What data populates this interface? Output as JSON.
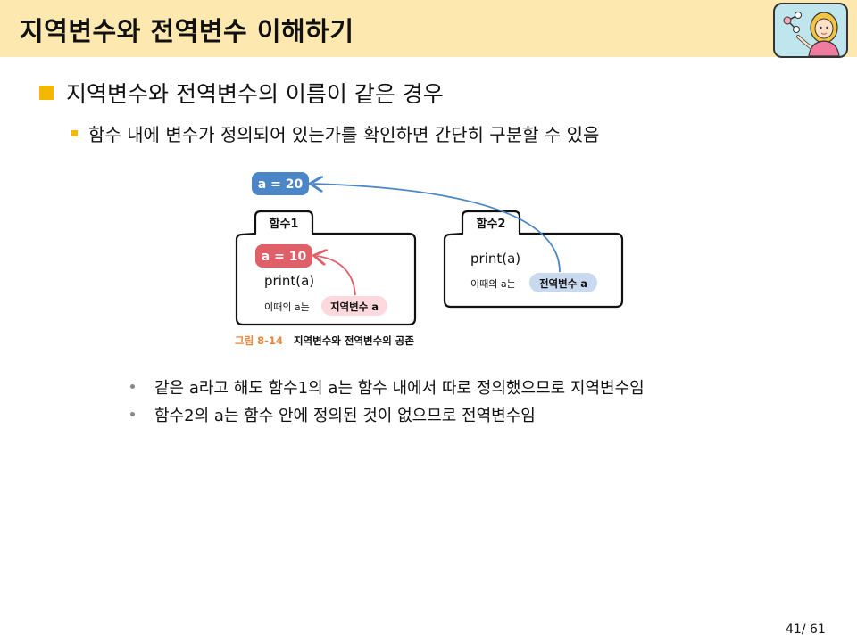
{
  "slide": {
    "title": "지역변수와 전역변수 이해하기",
    "heading": "지역변수와 전역변수의 이름이 같은 경우",
    "subpoint": "함수 내에 변수가 정의되어 있는가를 확인하면 간단히 구분할 수 있음",
    "bullets": [
      "같은 a라고 해도 함수1의 a는 함수 내에서 따로 정의했으므로 지역변수임",
      "함수2의 a는 함수 안에 정의된 것이 없으므로 전역변수임"
    ],
    "page_number": "41/ 61"
  },
  "figure": {
    "global_var": "a = 20",
    "func1": {
      "tab": "함수1",
      "local_var": "a = 10",
      "print": "print(a)",
      "note": "이때의 a는",
      "badge": "지역변수 a"
    },
    "func2": {
      "tab": "함수2",
      "print": "print(a)",
      "note": "이때의 a는",
      "badge": "전역변수 a"
    },
    "caption_num": "그림 8-14",
    "caption_text": "지역변수와 전역변수의 공존"
  },
  "colors": {
    "header_bg": "#fde9b0",
    "bullet": "#f5b800",
    "global_blue": "#4a86c8",
    "local_red": "#e0606a",
    "local_badge_bg": "#fbd9dc",
    "global_badge_bg": "#c9d9f0",
    "caption_orange": "#e8833a"
  },
  "icons": {
    "avatar": "presenter-avatar-icon"
  }
}
